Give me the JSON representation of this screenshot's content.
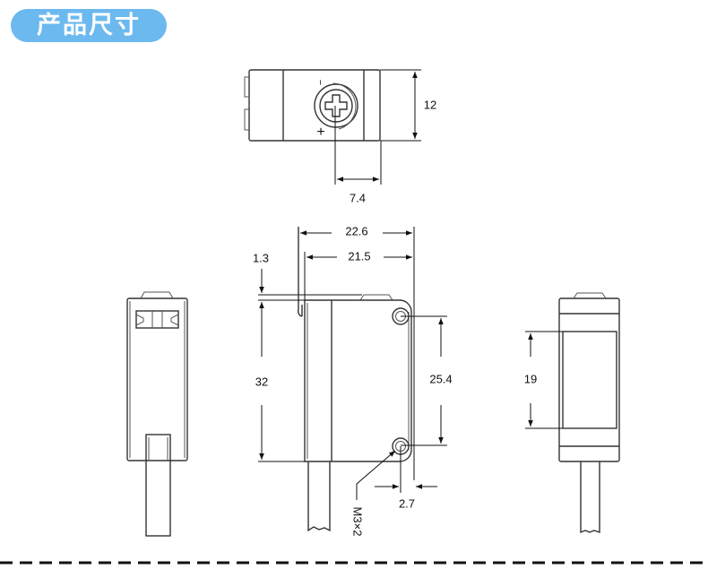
{
  "header": {
    "title": "产品尺寸",
    "accent_color": "#6cb9ef"
  },
  "top_view": {
    "height_label": "12",
    "screw_offset_label": "7.4",
    "minus_mark": "−",
    "plus_mark": "+"
  },
  "front_view": {
    "overall_width_label": "22.6",
    "body_width_label": "21.5",
    "plate_offset_label": "1.3",
    "height_label": "32",
    "hole_pitch_label": "25.4",
    "hole_edge_label": "2.7",
    "hole_spec_label": "M3×2"
  },
  "side_view_right": {
    "window_height_label": "19"
  }
}
